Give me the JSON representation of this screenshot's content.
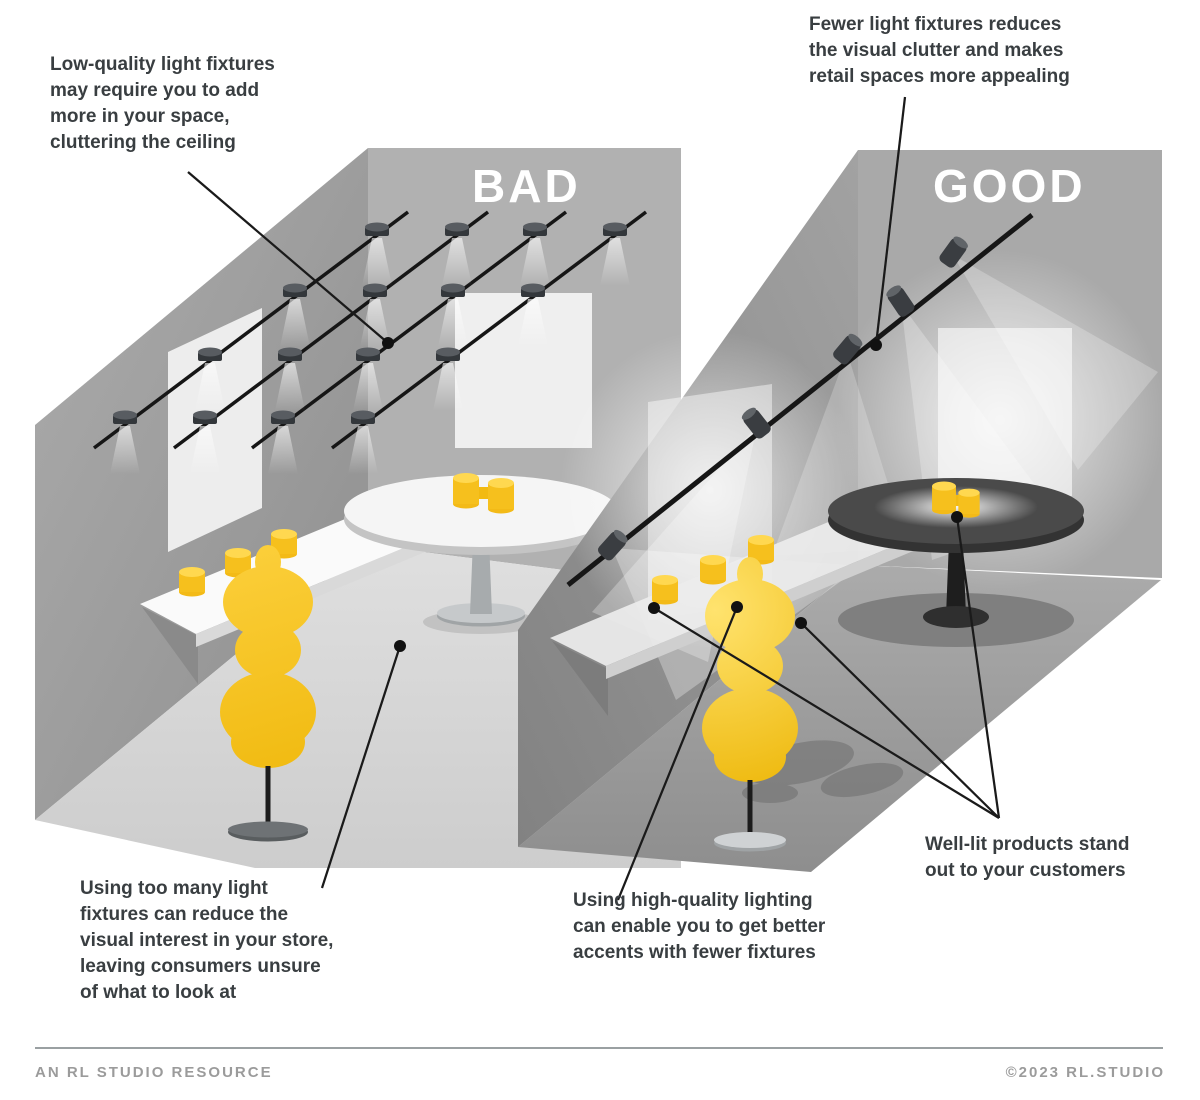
{
  "page": {
    "background": "#FFFFFF"
  },
  "scene": {
    "bad_room": {
      "label": "BAD",
      "light_tracks": 4,
      "light_fixtures": 16,
      "wall_art_count": 2,
      "shelf_product_count": 3,
      "table_product_count": 2,
      "table_style": "light",
      "has_shadows": false
    },
    "good_room": {
      "label": "GOOD",
      "light_tracks": 1,
      "light_fixtures": 5,
      "wall_art_count": 2,
      "shelf_product_count": 3,
      "table_product_count": 2,
      "table_style": "dark",
      "has_shadows": true
    }
  },
  "annotations": {
    "top_left": {
      "lines": [
        "Low-quality light fixtures",
        "may require you to add",
        "more in your space,",
        "cluttering the ceiling"
      ]
    },
    "top_right": {
      "lines": [
        "Fewer light fixtures reduces",
        "the visual clutter and makes",
        "retail spaces more appealing"
      ]
    },
    "bottom_left": {
      "lines": [
        "Using too many light",
        "fixtures can reduce the",
        "visual interest in your store,",
        "leaving consumers unsure",
        "of what to look at"
      ]
    },
    "bottom_middle": {
      "lines": [
        "Using high-quality lighting",
        "can enable you to get better",
        "accents with fewer fixtures"
      ]
    },
    "bottom_right": {
      "lines": [
        "Well-lit products stand",
        "out to your customers"
      ]
    }
  },
  "footer": {
    "left_text": "AN RL STUDIO RESOURCE",
    "right_text": "©2023 RL.STUDIO"
  },
  "colors": {
    "accent_yellow": "#F7C11E",
    "text_dark": "#393E41",
    "wall_gray": "#B1B1B1",
    "wall_gray_dark": "#8F8F8F",
    "floor_light": "#D8D8D8",
    "floor_dark": "#9C9C9C",
    "callout_black": "#1A1A1A",
    "footer_gray": "#9B9B9B",
    "label_white": "#FFFFFF"
  }
}
